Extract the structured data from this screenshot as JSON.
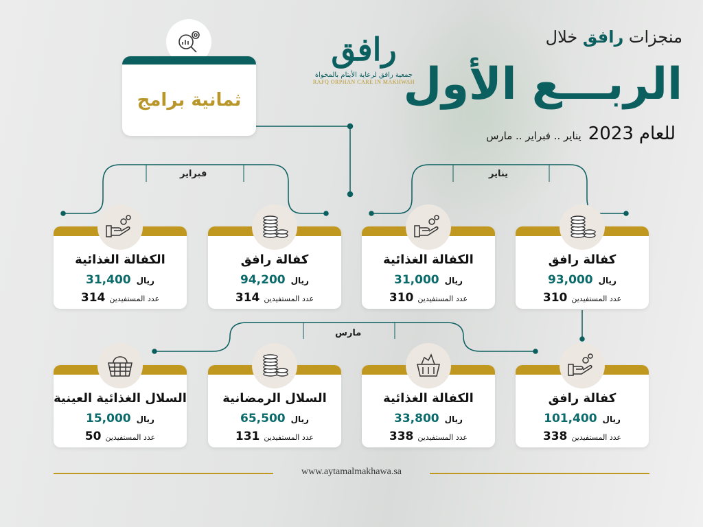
{
  "header": {
    "line1_pre": "منجزات",
    "line1_brand": "رافق",
    "line1_post": "خلال",
    "main_title": "الربـــع الأول",
    "year_label": "للعام",
    "year": "2023",
    "months": "يناير .. فبراير .. مارس"
  },
  "logo": {
    "mark": "رافق",
    "arabic_name": "جمعية رافق لرعاية الأيتام بالمخواة",
    "english_name": "RAFQ ORPHAN CARE IN MAKHWAH"
  },
  "programs_box": {
    "label": "ثمانية برامج",
    "icon": "analytics-gear-icon"
  },
  "groups": {
    "jan": "يناير",
    "feb": "فبراير",
    "mar": "مارس"
  },
  "labels": {
    "currency": "ريال",
    "beneficiaries": "عدد المستفيدين"
  },
  "cards": [
    {
      "title": "كفالة رافق",
      "amount": "93,000",
      "beneficiaries": "310",
      "icon": "coins-icon"
    },
    {
      "title": "الكفالة الغذائية",
      "amount": "31,000",
      "beneficiaries": "310",
      "icon": "hand-icon"
    },
    {
      "title": "كفالة رافق",
      "amount": "94,200",
      "beneficiaries": "314",
      "icon": "coins-icon"
    },
    {
      "title": "الكفالة الغذائية",
      "amount": "31,400",
      "beneficiaries": "314",
      "icon": "hand-icon"
    },
    {
      "title": "كفالة رافق",
      "amount": "101,400",
      "beneficiaries": "338",
      "icon": "hand-icon"
    },
    {
      "title": "الكفالة الغذائية",
      "amount": "33,800",
      "beneficiaries": "338",
      "icon": "food-basket-icon"
    },
    {
      "title": "السلال الرمضانية",
      "amount": "65,500",
      "beneficiaries": "131",
      "icon": "coins-icon"
    },
    {
      "title": "السلال الغذائية العينية",
      "amount": "15,000",
      "beneficiaries": "50",
      "icon": "basket-icon"
    }
  ],
  "footer": {
    "url": "www.aytamalmakhawa.sa"
  },
  "colors": {
    "teal": "#0b5f5e",
    "gold": "#c0981f"
  }
}
